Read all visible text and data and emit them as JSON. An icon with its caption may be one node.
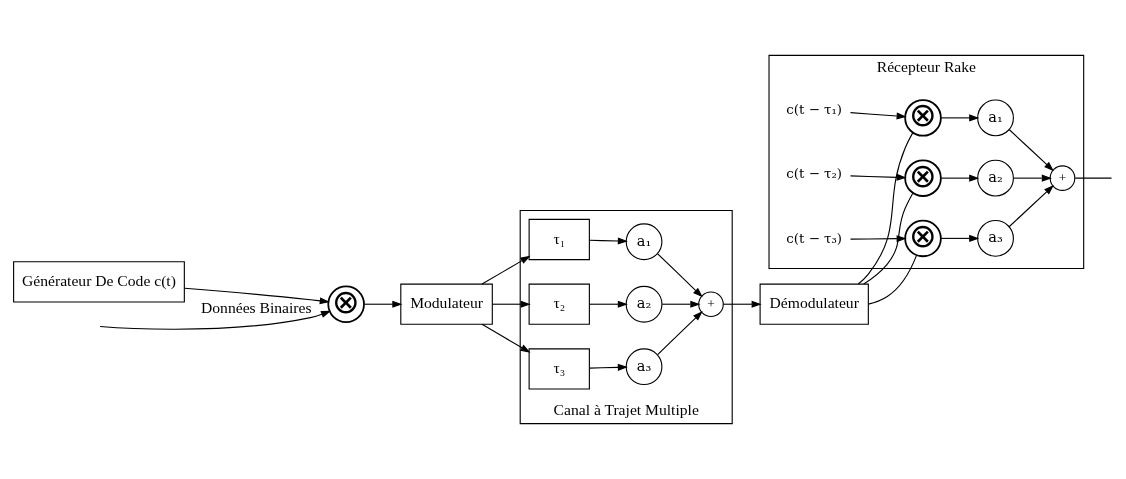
{
  "diagram": {
    "nodes": [
      {
        "text": [
          "⊗"
        ]
      },
      {
        "text": [
          "Modulateur"
        ]
      },
      {
        "text": [
          "Générateur De Code c(t)"
        ]
      },
      {
        "text": [
          "Canal à Trajet Multiple"
        ]
      },
      {
        "text": [
          "τ₁"
        ],
        "in": 3
      },
      {
        "text": [
          "τ₂"
        ],
        "in": 3
      },
      {
        "text": [
          "τ₃"
        ],
        "in": 3
      },
      {
        "text": [
          "a₁"
        ],
        "in": 3
      },
      {
        "text": [
          "a₂"
        ],
        "in": 3
      },
      {
        "text": [
          "a₃"
        ],
        "in": 3
      },
      {
        "text": [
          "+"
        ],
        "in": 3
      },
      {
        "text": [
          "Démodulateur"
        ]
      },
      {
        "text": [
          "Récepteur Rake"
        ]
      },
      {
        "text": [
          "c(t − τ₁)"
        ],
        "in": 12
      },
      {
        "text": [
          "⊗"
        ],
        "in": 12
      },
      {
        "text": [
          "a₁"
        ],
        "in": 12
      },
      {
        "text": [
          "c(t − τ₂)"
        ],
        "in": 12
      },
      {
        "text": [
          "⊗"
        ],
        "in": 12
      },
      {
        "text": [
          "a₂"
        ],
        "in": 12
      },
      {
        "text": [
          "c(t − τ₃)"
        ],
        "in": 12
      },
      {
        "text": [
          "⊗"
        ],
        "in": 12
      },
      {
        "text": [
          "a₃"
        ],
        "in": 12
      },
      {
        "text": [
          "+"
        ],
        "in": 12
      }
    ],
    "edges": [
      {
        "from": null,
        "to": 0,
        "arrow": "to",
        "label": "Données Binaires"
      },
      {
        "from": 2,
        "to": 0,
        "arrow": "to"
      },
      {
        "from": 0,
        "to": 1,
        "arrow": "to"
      },
      {
        "from": 1,
        "to": 4,
        "arrow": "to"
      },
      {
        "from": 1,
        "to": 5,
        "arrow": "to"
      },
      {
        "from": 1,
        "to": 6,
        "arrow": "to"
      },
      {
        "from": 4,
        "to": 7,
        "arrow": "to"
      },
      {
        "from": 5,
        "to": 8,
        "arrow": "to"
      },
      {
        "from": 6,
        "to": 9,
        "arrow": "to"
      },
      {
        "from": 7,
        "to": 10,
        "arrow": "to"
      },
      {
        "from": 8,
        "to": 10,
        "arrow": "to"
      },
      {
        "from": 9,
        "to": 10,
        "arrow": "to"
      },
      {
        "from": 10,
        "to": 11,
        "arrow": "to"
      },
      {
        "from": 11,
        "to": 14,
        "arrow": "none"
      },
      {
        "from": 11,
        "to": 17,
        "arrow": "none"
      },
      {
        "from": 11,
        "to": 20,
        "arrow": "none"
      },
      {
        "from": 13,
        "to": 14,
        "arrow": "to"
      },
      {
        "from": 16,
        "to": 17,
        "arrow": "to"
      },
      {
        "from": 19,
        "to": 20,
        "arrow": "to"
      },
      {
        "from": 14,
        "to": 15,
        "arrow": "to"
      },
      {
        "from": 17,
        "to": 18,
        "arrow": "to"
      },
      {
        "from": 20,
        "to": 21,
        "arrow": "to"
      },
      {
        "from": 15,
        "to": 22,
        "arrow": "to"
      },
      {
        "from": 18,
        "to": 22,
        "arrow": "to"
      },
      {
        "from": 21,
        "to": 22,
        "arrow": "to"
      },
      {
        "from": 22,
        "to": null,
        "arrow": "none"
      }
    ]
  }
}
